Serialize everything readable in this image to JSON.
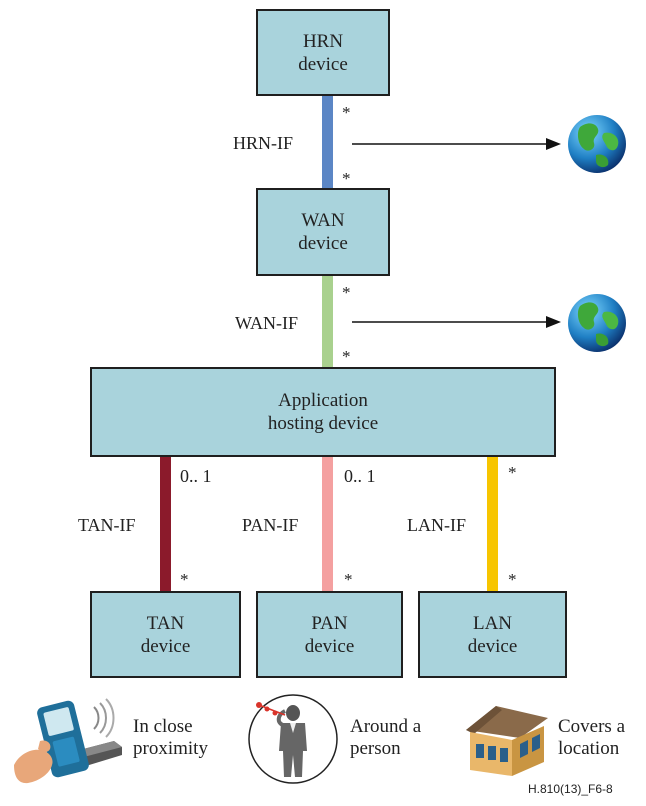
{
  "nodes": {
    "hrn": {
      "line1": "HRN",
      "line2": "device"
    },
    "wan": {
      "line1": "WAN",
      "line2": "device"
    },
    "ahd": {
      "line1": "Application",
      "line2": "hosting device"
    },
    "tan": {
      "line1": "TAN",
      "line2": "device"
    },
    "pan": {
      "line1": "PAN",
      "line2": "device"
    },
    "lan": {
      "line1": "LAN",
      "line2": "device"
    }
  },
  "interfaces": {
    "hrn_if": {
      "label": "HRN-IF",
      "top_mult": "*",
      "bottom_mult": "*",
      "color": "#5b86c5"
    },
    "wan_if": {
      "label": "WAN-IF",
      "top_mult": "*",
      "bottom_mult": "*",
      "color": "#a9d18e"
    },
    "tan_if": {
      "label": "TAN-IF",
      "top_mult": "0.. 1",
      "bottom_mult": "*",
      "color": "#8b1a2b"
    },
    "pan_if": {
      "label": "PAN-IF",
      "top_mult": "0.. 1",
      "bottom_mult": "*",
      "color": "#f4a0a0"
    },
    "lan_if": {
      "label": "LAN-IF",
      "top_mult": "*",
      "bottom_mult": "*",
      "color": "#f7c500"
    }
  },
  "captions": {
    "tan": {
      "line1": "In close",
      "line2": "proximity"
    },
    "pan": {
      "line1": "Around a",
      "line2": "person"
    },
    "lan": {
      "line1": "Covers a",
      "line2": "location"
    }
  },
  "icons": [
    "globe-icon",
    "globe-icon",
    "handheld-terminal-icon",
    "person-icon",
    "house-icon"
  ],
  "colors": {
    "box_fill": "#a9d3dc",
    "box_border": "#1f1f1f"
  },
  "figure_id": "H.810(13)_F6-8"
}
